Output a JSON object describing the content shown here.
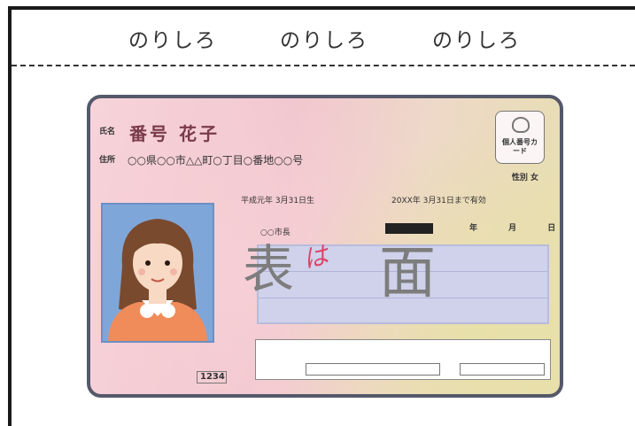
{
  "glue_labels": [
    "のりしろ",
    "のりしろ",
    "のりしろ"
  ],
  "card": {
    "name_label": "氏名",
    "name_value": "番号 花子",
    "address_label": "住所",
    "address_value": "○○県○○市△△町○丁目○番地○○号",
    "badge_text": "個人番号カード",
    "sex": "性別 女",
    "dob": "平成元年 3月31日生",
    "expiry": "20XX年 3月31日まで有効",
    "muni_label": "○○市長",
    "black_box": "",
    "ymd": "年 月 日",
    "side_label_1": "表",
    "side_label_2": "は",
    "side_label_3": "面",
    "notice_text": "",
    "bottom_code": "",
    "bottom_num": "1234"
  },
  "colors": {
    "card_border": "#55596a",
    "photo_bg": "#7fa6d8",
    "shirt": "#f08c5a",
    "field_bg": "#cfd2ea",
    "accent_red": "#e0436a",
    "text_gray": "#7d7d7d"
  }
}
